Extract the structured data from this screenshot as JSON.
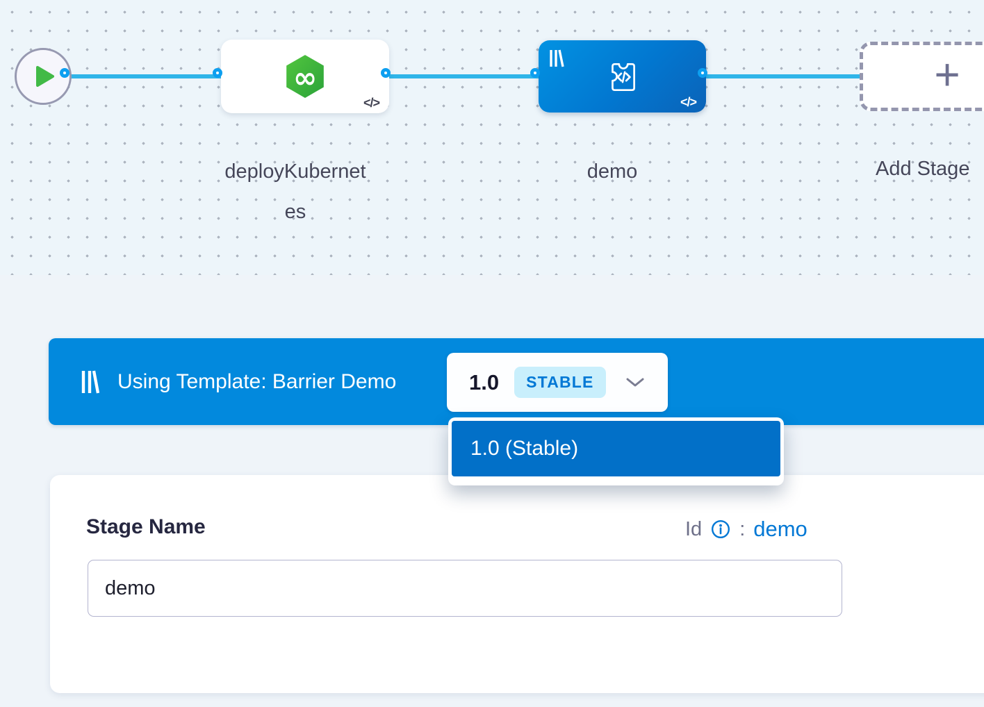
{
  "pipeline": {
    "stages": {
      "deploy": {
        "label": "deployKubernetes"
      },
      "demo": {
        "label": "demo"
      },
      "add": {
        "label": "Add Stage"
      }
    }
  },
  "banner": {
    "label": "Using Template: Barrier Demo",
    "version": "1.0",
    "badge": "STABLE"
  },
  "dropdown": {
    "selected_item": "1.0 (Stable)"
  },
  "form": {
    "stage_name_label": "Stage Name",
    "stage_name_value": "demo",
    "id_label": "Id",
    "id_colon": ":",
    "id_value": "demo"
  },
  "glyphs": {
    "code": "</>",
    "plus": "+"
  },
  "colors": {
    "banner_blue": "#0289dd",
    "dropdown_item_blue": "#0270c8",
    "link_blue": "#0278d5",
    "line_cyan": "#30b5e9",
    "node_gradient_start": "#0292e2",
    "node_gradient_end": "#0b63b8",
    "play_green": "#42ba47",
    "hex_green_start": "#52c53e",
    "hex_green_end": "#2ba33a",
    "stable_badge_bg": "#c9effc",
    "canvas_bg": "#edf5fa"
  }
}
